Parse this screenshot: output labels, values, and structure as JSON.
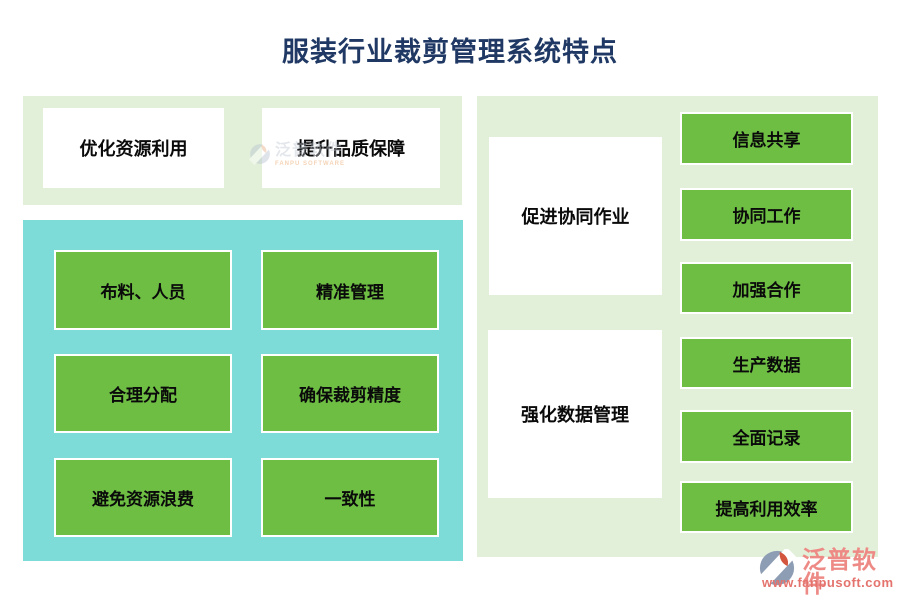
{
  "title": "服装行业裁剪管理系统特点",
  "left_panel": {
    "top_items": [
      {
        "label": "优化资源利用"
      },
      {
        "label": "提升品质保障"
      }
    ],
    "grid_items": [
      {
        "label": "布料、人员"
      },
      {
        "label": "精准管理"
      },
      {
        "label": "合理分配"
      },
      {
        "label": "确保裁剪精度"
      },
      {
        "label": "避免资源浪费"
      },
      {
        "label": "一致性"
      }
    ]
  },
  "right_panel": {
    "groups": [
      {
        "label": "促进协同作业",
        "children": [
          {
            "label": "信息共享"
          },
          {
            "label": "协同工作"
          },
          {
            "label": "加强合作"
          }
        ]
      },
      {
        "label": "强化数据管理",
        "children": [
          {
            "label": "生产数据"
          },
          {
            "label": "全面记录"
          },
          {
            "label": "提高利用效率"
          }
        ]
      }
    ]
  },
  "watermark": {
    "brand": "泛普软件",
    "sub": "FANPU SOFTWARE"
  },
  "logo": {
    "brand": "泛普软件",
    "url": "www.fanpusoft.com"
  },
  "colors": {
    "title": "#1f3864",
    "panel_green": "#e2f0d9",
    "teal": "#7edcd8",
    "box_green": "#6ebe44",
    "logo_pink": "#ee8a86",
    "logo_red": "#e4736d",
    "logo_gray": "#8d9db4",
    "logo_orange": "#d4553e"
  }
}
